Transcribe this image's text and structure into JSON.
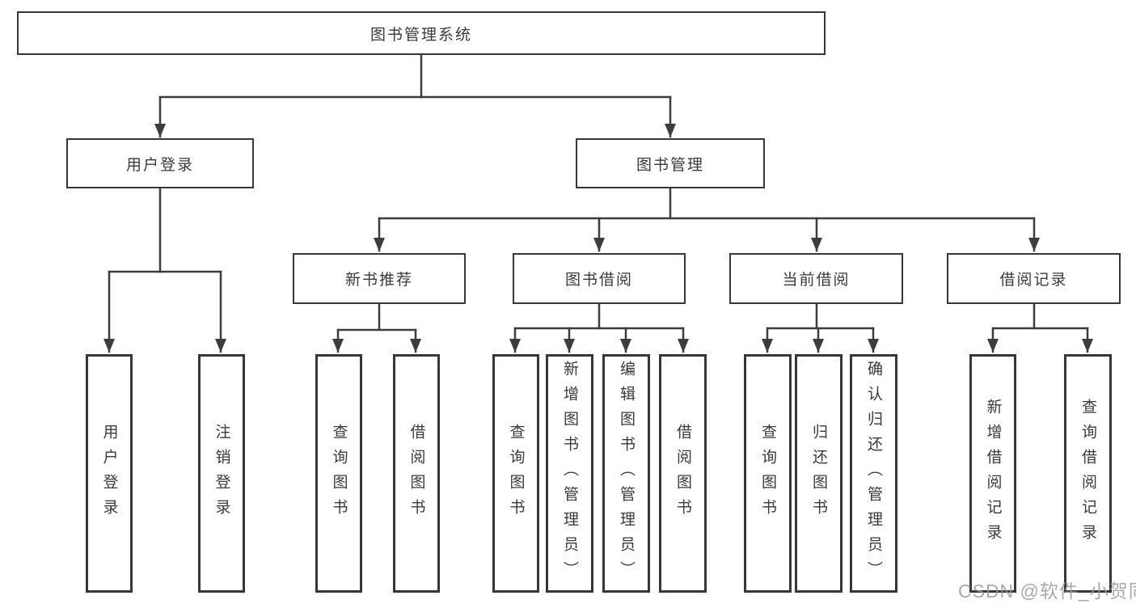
{
  "nodes": {
    "root": "图书管理系统",
    "user_login": "用户登录",
    "book_mgmt": "图书管理",
    "new_books": "新书推荐",
    "book_borrow": "图书借阅",
    "current_borrow": "当前借阅",
    "borrow_records": "借阅记录",
    "leaf_user_login": "用户登录",
    "leaf_logout": "注销登录",
    "leaf_nb_query": "查询图书",
    "leaf_nb_borrow": "借阅图书",
    "leaf_bb_query": "查询图书",
    "leaf_bb_add": "新增图书（管理员）",
    "leaf_bb_edit": "编辑图书（管理员）",
    "leaf_bb_borrow": "借阅图书",
    "leaf_cb_query": "查询图书",
    "leaf_cb_return": "归还图书",
    "leaf_cb_confirm": "确认归还（管理员）",
    "leaf_rec_add": "新增借阅记录",
    "leaf_rec_query": "查询借阅记录"
  },
  "watermark": "CSDN @软件_小贺同学",
  "colors": {
    "line": "#3d3d3d",
    "border": "#373737",
    "text": "#3a3a3a",
    "watermark": "#9b9b9b",
    "background": "#ffffff"
  }
}
